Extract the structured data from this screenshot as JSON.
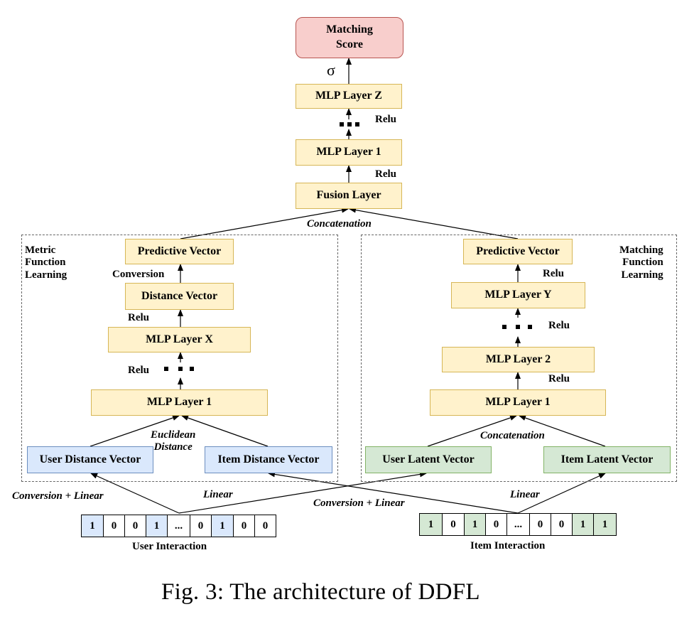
{
  "matching_score": "Matching\nScore",
  "sigma": "σ",
  "mlp_layer_z": "MLP Layer Z",
  "mlp_layer_1_top": "MLP Layer 1",
  "fusion_layer": "Fusion Layer",
  "relu": "Relu",
  "concatenation": "Concatenation",
  "metric": {
    "region_title": "Metric\nFunction\nLearning",
    "predictive_vector": "Predictive Vector",
    "conversion": "Conversion",
    "distance_vector": "Distance Vector",
    "mlp_layer_x": "MLP Layer X",
    "mlp_layer_1": "MLP Layer 1",
    "euclidean_distance": "Euclidean\nDistance",
    "user_distance_vector": "User Distance Vector",
    "item_distance_vector": "Item Distance Vector"
  },
  "matching": {
    "region_title": "Matching\nFunction\nLearning",
    "predictive_vector": "Predictive Vector",
    "mlp_layer_y": "MLP Layer Y",
    "mlp_layer_2": "MLP Layer 2",
    "mlp_layer_1": "MLP Layer 1",
    "concatenation": "Concatenation",
    "user_latent_vector": "User Latent Vector",
    "item_latent_vector": "Item Latent Vector"
  },
  "edge_labels": {
    "conversion_linear": "Conversion + Linear",
    "linear": "Linear"
  },
  "user_interaction": {
    "label": "User Interaction",
    "cells": [
      "1",
      "0",
      "0",
      "1",
      "...",
      "0",
      "1",
      "0",
      "0"
    ],
    "highlight": [
      true,
      false,
      false,
      true,
      false,
      false,
      true,
      false,
      false
    ]
  },
  "item_interaction": {
    "label": "Item Interaction",
    "cells": [
      "1",
      "0",
      "1",
      "0",
      "...",
      "0",
      "0",
      "1",
      "1"
    ],
    "highlight": [
      true,
      false,
      true,
      false,
      false,
      false,
      false,
      true,
      true
    ]
  },
  "caption": "Fig. 3: The architecture of DDFL",
  "colors": {
    "yellow_fill": "#fff2cc",
    "blue_fill": "#dae8fc",
    "green_fill": "#d5e8d4",
    "red_fill": "#f8cecc"
  }
}
